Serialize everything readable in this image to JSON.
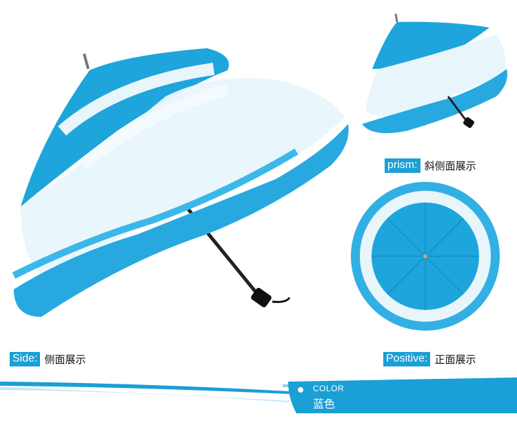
{
  "accent_color": "#1a9fd6",
  "captions": {
    "prism": {
      "tag": "prism:",
      "text": "斜侧面展示"
    },
    "side": {
      "tag": "Side:",
      "text": "侧面展示"
    },
    "positive": {
      "tag": "Positive:",
      "text": "正面展示"
    }
  },
  "color_section": {
    "label": "COLOR",
    "value": "蓝色"
  }
}
